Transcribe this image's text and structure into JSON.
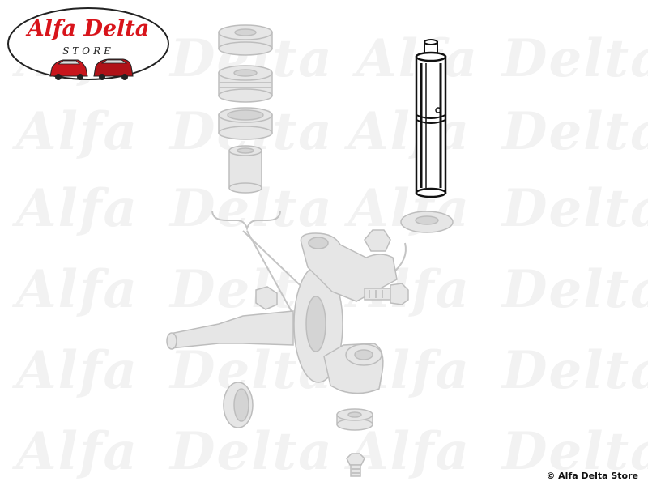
{
  "logo": {
    "name": "Alfa Delta",
    "store": "STORE",
    "colors": {
      "ring": "#222222",
      "name": "#d8141b",
      "car_left": "#c8161d",
      "car_right": "#b01218"
    }
  },
  "watermark": {
    "text_a": "Alfa",
    "text_b": "Delta",
    "color": "#f2f2f2"
  },
  "diagram": {
    "part_color": "#e6e6e6",
    "part_outline": "#bdbdbd",
    "highlight_part": "king-pin",
    "highlight_color": "#111111"
  },
  "footer": {
    "copyright": "© Alfa Delta Store"
  }
}
